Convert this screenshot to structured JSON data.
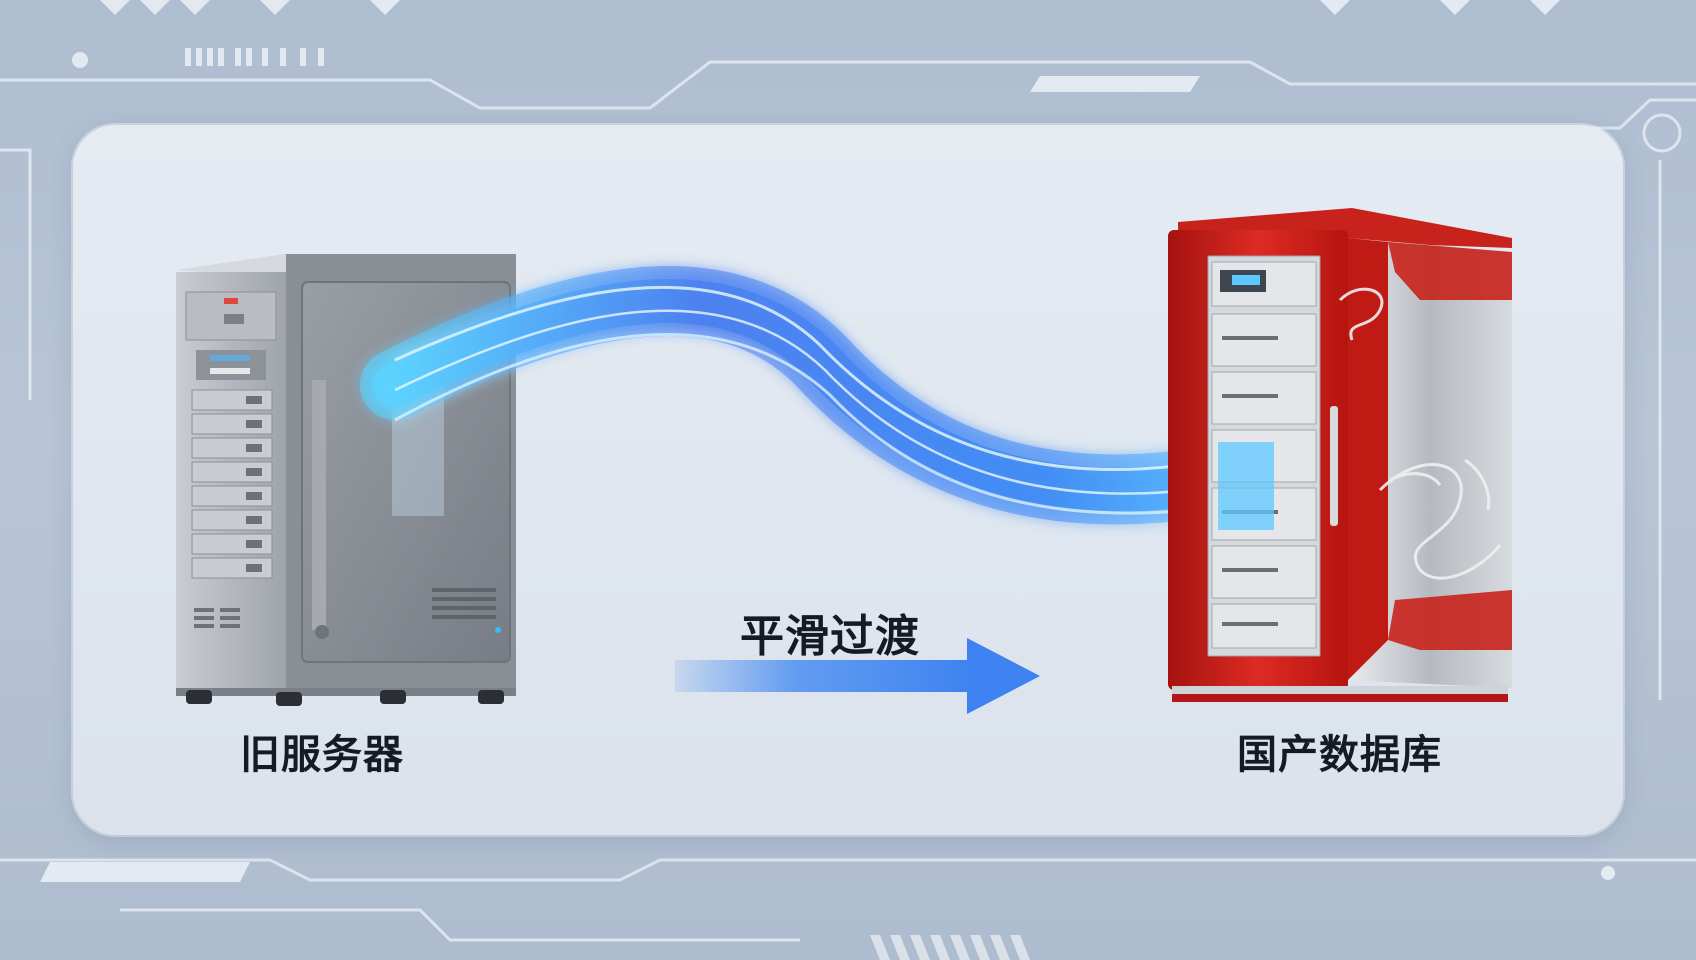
{
  "labels": {
    "old_server": "旧服务器",
    "transition": "平滑过渡",
    "domestic_db": "国产数据库"
  },
  "colors": {
    "background": "#b2c1d3",
    "panel": "#e2e8f0",
    "flow_blue": "#4a8ff0",
    "server_gray": "#8e939b",
    "cabinet_red": "#c8211d"
  },
  "icons": {
    "old_server": "server-tower-icon",
    "domestic_db": "database-cabinet-icon",
    "flow": "data-flow-ribbon",
    "arrow": "arrow-right-icon",
    "dragon": "dragon-emblem-icon"
  }
}
